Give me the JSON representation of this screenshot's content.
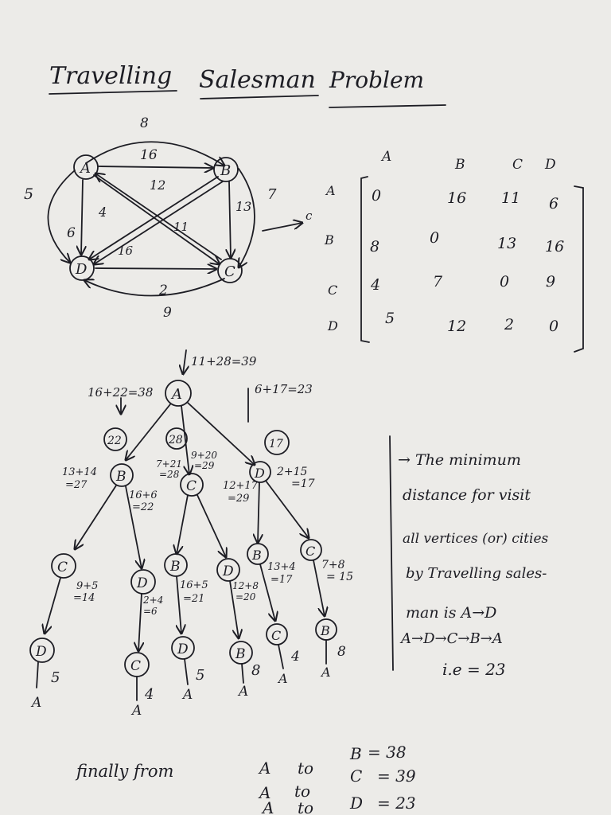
{
  "title": {
    "word1": "Travelling",
    "word2": "Salesman",
    "word3": "Problem"
  },
  "graph": {
    "nodes": [
      "A",
      "B",
      "C",
      "D"
    ],
    "edge_labels": {
      "ab_top": "8",
      "ab": "16",
      "a_left": "5",
      "ad": "6",
      "ac": "12",
      "ca": "4",
      "bd": "11",
      "dc": "16",
      "bc": "13",
      "b_right": "7",
      "dc_mid": "2",
      "dc_bottom": "9"
    }
  },
  "matrix": {
    "col_headers": [
      "A",
      "B",
      "C",
      "D"
    ],
    "row_headers": [
      "A",
      "B",
      "C",
      "D"
    ],
    "rows": [
      [
        "0",
        "16",
        "11",
        "6"
      ],
      [
        "8",
        "0",
        "13",
        "16"
      ],
      [
        "4",
        "7",
        "0",
        "9"
      ],
      [
        "5",
        "12",
        "2",
        "0"
      ]
    ],
    "arrow_label": "c"
  },
  "tree": {
    "root_annotations": {
      "left": "16+22=38",
      "middle": "11+28=39",
      "right": "6+17=23"
    },
    "root": "A",
    "level1_costs": [
      "22",
      "28",
      "17"
    ],
    "level1_nodes": [
      "B",
      "C",
      "D"
    ],
    "level1_annotations": {
      "b_left": "13+14\n=27",
      "b_right": "16+6\n=22",
      "c_left": "7+21\n=28",
      "c_right": "9+20\n=29",
      "d_left": "12+17\n=29",
      "d_right": "2+15\n=17"
    },
    "level2_nodes": [
      "C",
      "D",
      "B",
      "D",
      "B",
      "C"
    ],
    "level2_annotations": [
      "9+5\n=14",
      "2+4\n=6",
      "16+5\n=21",
      "12+8\n=20",
      "13+4\n=17",
      "7+8\n= 15"
    ],
    "level3_nodes": [
      "D",
      "C",
      "D",
      "B",
      "C",
      "B"
    ],
    "level3_costs": [
      "5",
      "4",
      "5",
      "8",
      "4",
      "8"
    ],
    "level4_nodes": [
      "A",
      "A",
      "A",
      "A",
      "A",
      "A"
    ]
  },
  "conclusion": {
    "line1": "→ The minimum",
    "line2": "distance for visit",
    "line3": "all vertices (or) cities",
    "line4": "by Travelling sales-",
    "line5": "man is A→D",
    "line6": "A→D→C→B→A",
    "line7": "i.e = 23"
  },
  "finally": {
    "lead": "finally from",
    "rows": [
      {
        "from": "A",
        "to_word": "to",
        "dest": "B",
        "value": "= 38"
      },
      {
        "from": "A",
        "to_word": "to",
        "dest": "C",
        "value": "= 39"
      },
      {
        "from": "A",
        "to_word": "to",
        "dest": "D",
        "value": "= 23"
      }
    ]
  }
}
